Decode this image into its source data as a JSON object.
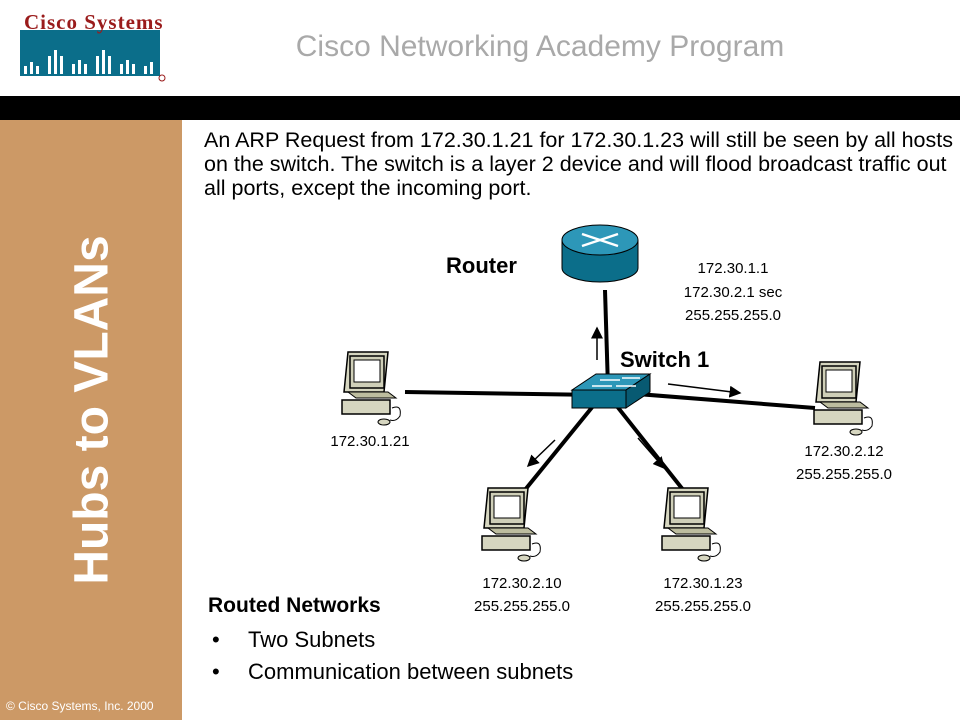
{
  "brand": {
    "logo_text": "Cisco Systems",
    "colors": {
      "logo": "#9a1b1b",
      "accent": "#0b6e8a",
      "sidebar": "#cc9966"
    }
  },
  "header": {
    "title": "Cisco Networking Academy Program"
  },
  "sidebar": {
    "title": "Hubs to VLANs",
    "copyright": "© Cisco Systems, Inc. 2000"
  },
  "description": "An ARP Request from 172.30.1.21 for 172.30.1.23 will still be seen by all hosts on the switch.  The switch is a layer 2 device and will flood broadcast traffic out all ports, except the incoming port.",
  "diagram": {
    "router": {
      "label": "Router",
      "address_1": "172.30.1.1",
      "address_2": "172.30.2.1 sec",
      "mask": "255.255.255.0"
    },
    "switch": {
      "label": "Switch 1"
    },
    "hosts": [
      {
        "ip": "172.30.1.21",
        "mask": ""
      },
      {
        "ip": "172.30.2.12",
        "mask": "255.255.255.0"
      },
      {
        "ip": "172.30.2.10",
        "mask": "255.255.255.0"
      },
      {
        "ip": "172.30.1.23",
        "mask": "255.255.255.0"
      }
    ]
  },
  "notes": {
    "title": "Routed Networks",
    "bullets": [
      "Two Subnets",
      "Communication between subnets"
    ]
  }
}
